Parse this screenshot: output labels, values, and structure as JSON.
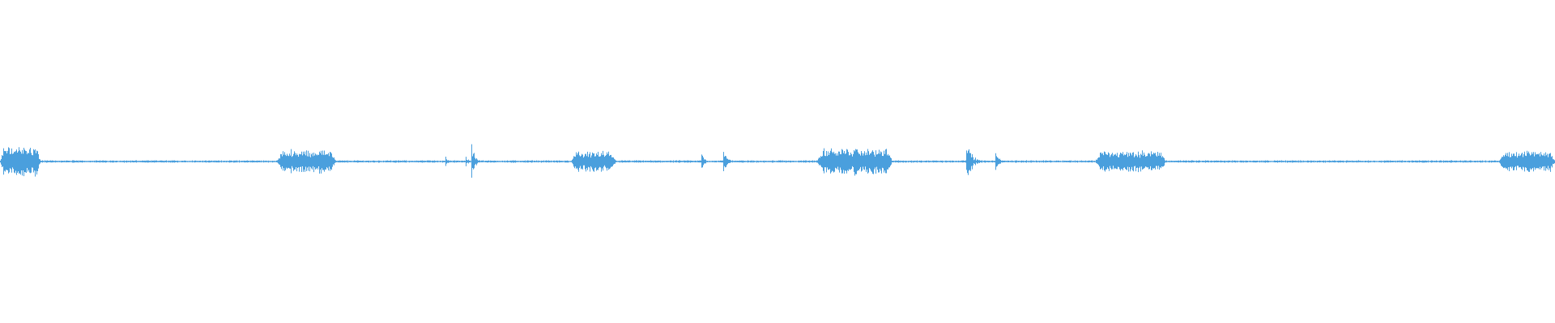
{
  "waveform": {
    "color": "#4a9fdd",
    "background": "#ffffff",
    "duration_fraction_scale": "0-1 timeline",
    "segments": [
      {
        "start": 0.0,
        "end": 0.026,
        "amp": 0.05,
        "kind": "burst"
      },
      {
        "start": 0.178,
        "end": 0.216,
        "amp": 0.04,
        "kind": "burst"
      },
      {
        "start": 0.286,
        "end": 0.29,
        "amp": 0.065,
        "kind": "click"
      },
      {
        "start": 0.299,
        "end": 0.303,
        "amp": 0.05,
        "kind": "click"
      },
      {
        "start": 0.303,
        "end": 0.31,
        "amp": 0.085,
        "kind": "click"
      },
      {
        "start": 0.367,
        "end": 0.396,
        "amp": 0.034,
        "kind": "burst"
      },
      {
        "start": 0.451,
        "end": 0.456,
        "amp": 0.06,
        "kind": "click"
      },
      {
        "start": 0.465,
        "end": 0.474,
        "amp": 0.04,
        "kind": "click"
      },
      {
        "start": 0.525,
        "end": 0.574,
        "amp": 0.044,
        "kind": "burst"
      },
      {
        "start": 0.621,
        "end": 0.635,
        "amp": 0.078,
        "kind": "click"
      },
      {
        "start": 0.64,
        "end": 0.649,
        "amp": 0.032,
        "kind": "click"
      },
      {
        "start": 0.704,
        "end": 0.75,
        "amp": 0.036,
        "kind": "burst"
      },
      {
        "start": 0.964,
        "end": 1.0,
        "amp": 0.036,
        "kind": "burst"
      }
    ],
    "baseline_amp": 0.004
  }
}
